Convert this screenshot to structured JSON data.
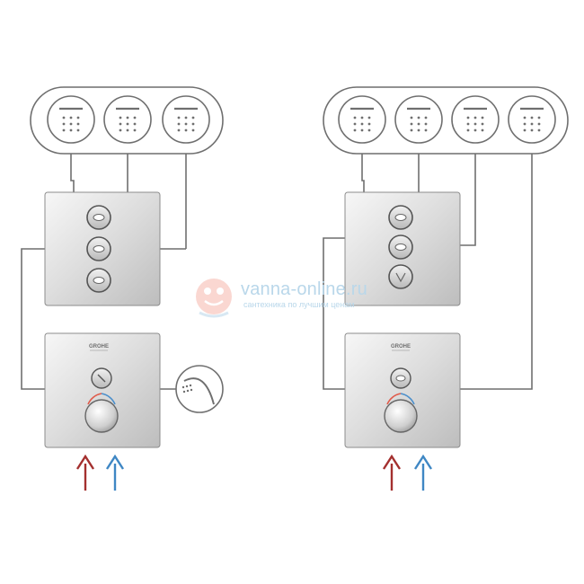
{
  "watermark": {
    "title_part1": "vanna-",
    "title_part2": "online",
    "title_part3": ".ru",
    "subtitle": "сантехника по лучшим ценам"
  },
  "faceplate": {
    "brand": "GROHE"
  },
  "colors": {
    "line": "#6f6f6f",
    "hot_arrow": "#a4302f",
    "cold_arrow": "#3f87c4",
    "watermark_blue": "#b9d7ea",
    "watermark_red": "#f6b7ad"
  },
  "left_system": {
    "outlets": 3,
    "module_buttons": 3,
    "has_hand_shower": true
  },
  "right_system": {
    "outlets": 4,
    "module_buttons": 3,
    "has_hand_shower": false
  }
}
